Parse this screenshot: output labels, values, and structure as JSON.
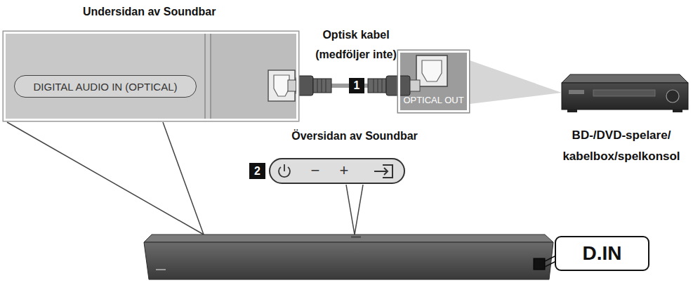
{
  "diagram": {
    "nodes": [
      {
        "text": [
          "Undersidan av Soundbar"
        ]
      },
      {
        "text": [
          "DIGITAL AUDIO IN (OPTICAL)"
        ],
        "in": 0
      },
      {
        "text": [
          "OPTICAL OUT"
        ]
      },
      {
        "text": [
          "Översidan av Soundbar"
        ]
      },
      {
        "text": [
          "D.IN"
        ]
      }
    ],
    "edges": [
      {
        "from": 0,
        "to": 2,
        "arrow": "none",
        "label": "Optisk kabel (medföljer inte)"
      }
    ],
    "labels": [
      "1",
      "BD-/DVD-spelare/ kabelbox/spelkonsol",
      "2",
      "−",
      "+"
    ]
  }
}
